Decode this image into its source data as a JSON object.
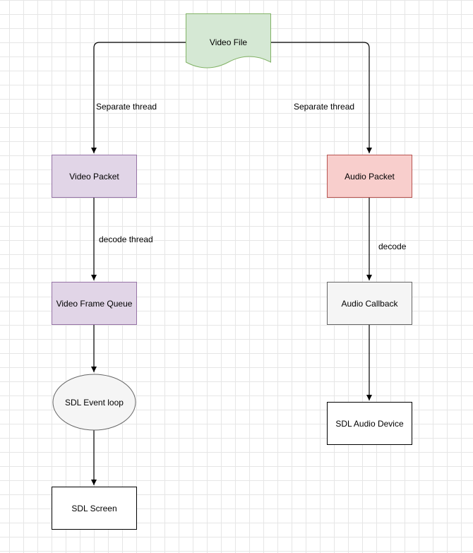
{
  "nodes": {
    "video_file": {
      "label": "Video File",
      "fill": "#d5e8d4",
      "stroke": "#82b366"
    },
    "video_packet": {
      "label": "Video Packet",
      "fill": "#e1d5e7",
      "stroke": "#9673a6"
    },
    "audio_packet": {
      "label": "Audio Packet",
      "fill": "#f8cecc",
      "stroke": "#b85450"
    },
    "video_frame_queue": {
      "label": "Video Frame Queue",
      "fill": "#e1d5e7",
      "stroke": "#9673a6"
    },
    "audio_callback": {
      "label": "Audio Callback",
      "fill": "#f5f5f5",
      "stroke": "#666666"
    },
    "sdl_event_loop": {
      "label": "SDL Event loop",
      "fill": "#f5f5f5",
      "stroke": "#666666"
    },
    "sdl_audio_device": {
      "label": "SDL Audio Device",
      "fill": "#ffffff",
      "stroke": "#000000"
    },
    "sdl_screen": {
      "label": "SDL Screen",
      "fill": "#ffffff",
      "stroke": "#000000"
    }
  },
  "edges": {
    "file_to_video_packet": "Separate thread",
    "file_to_audio_packet": "Separate thread",
    "video_packet_to_queue": "decode thread",
    "audio_packet_to_callback": "decode",
    "queue_to_event_loop": "",
    "callback_to_device": "",
    "event_loop_to_screen": ""
  }
}
